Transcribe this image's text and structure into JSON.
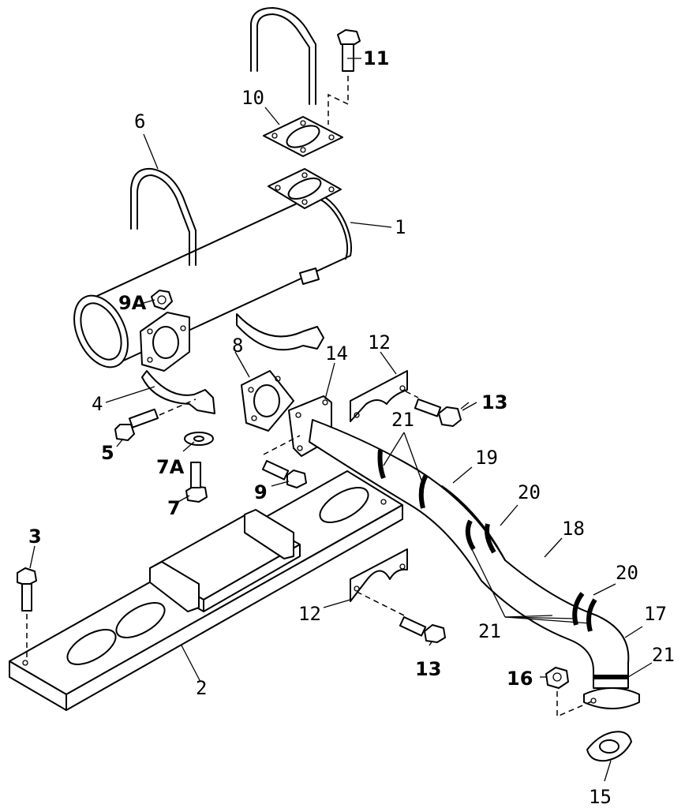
{
  "callouts": {
    "c1": "1",
    "c2": "2",
    "c3": "3",
    "c4": "4",
    "c5": "5",
    "c6": "6",
    "c7": "7",
    "c7a": "7A",
    "c8": "8",
    "c9": "9",
    "c9a": "9A",
    "c10": "10",
    "c11": "11",
    "c12a": "12",
    "c12b": "12",
    "c13a": "13",
    "c13b": "13",
    "c14": "14",
    "c15": "15",
    "c16": "16",
    "c17": "17",
    "c18": "18",
    "c19": "19",
    "c20a": "20",
    "c20b": "20",
    "c21a": "21",
    "c21b": "21",
    "c21c": "21"
  },
  "colors": {
    "line": "#000000",
    "background": "#ffffff"
  }
}
